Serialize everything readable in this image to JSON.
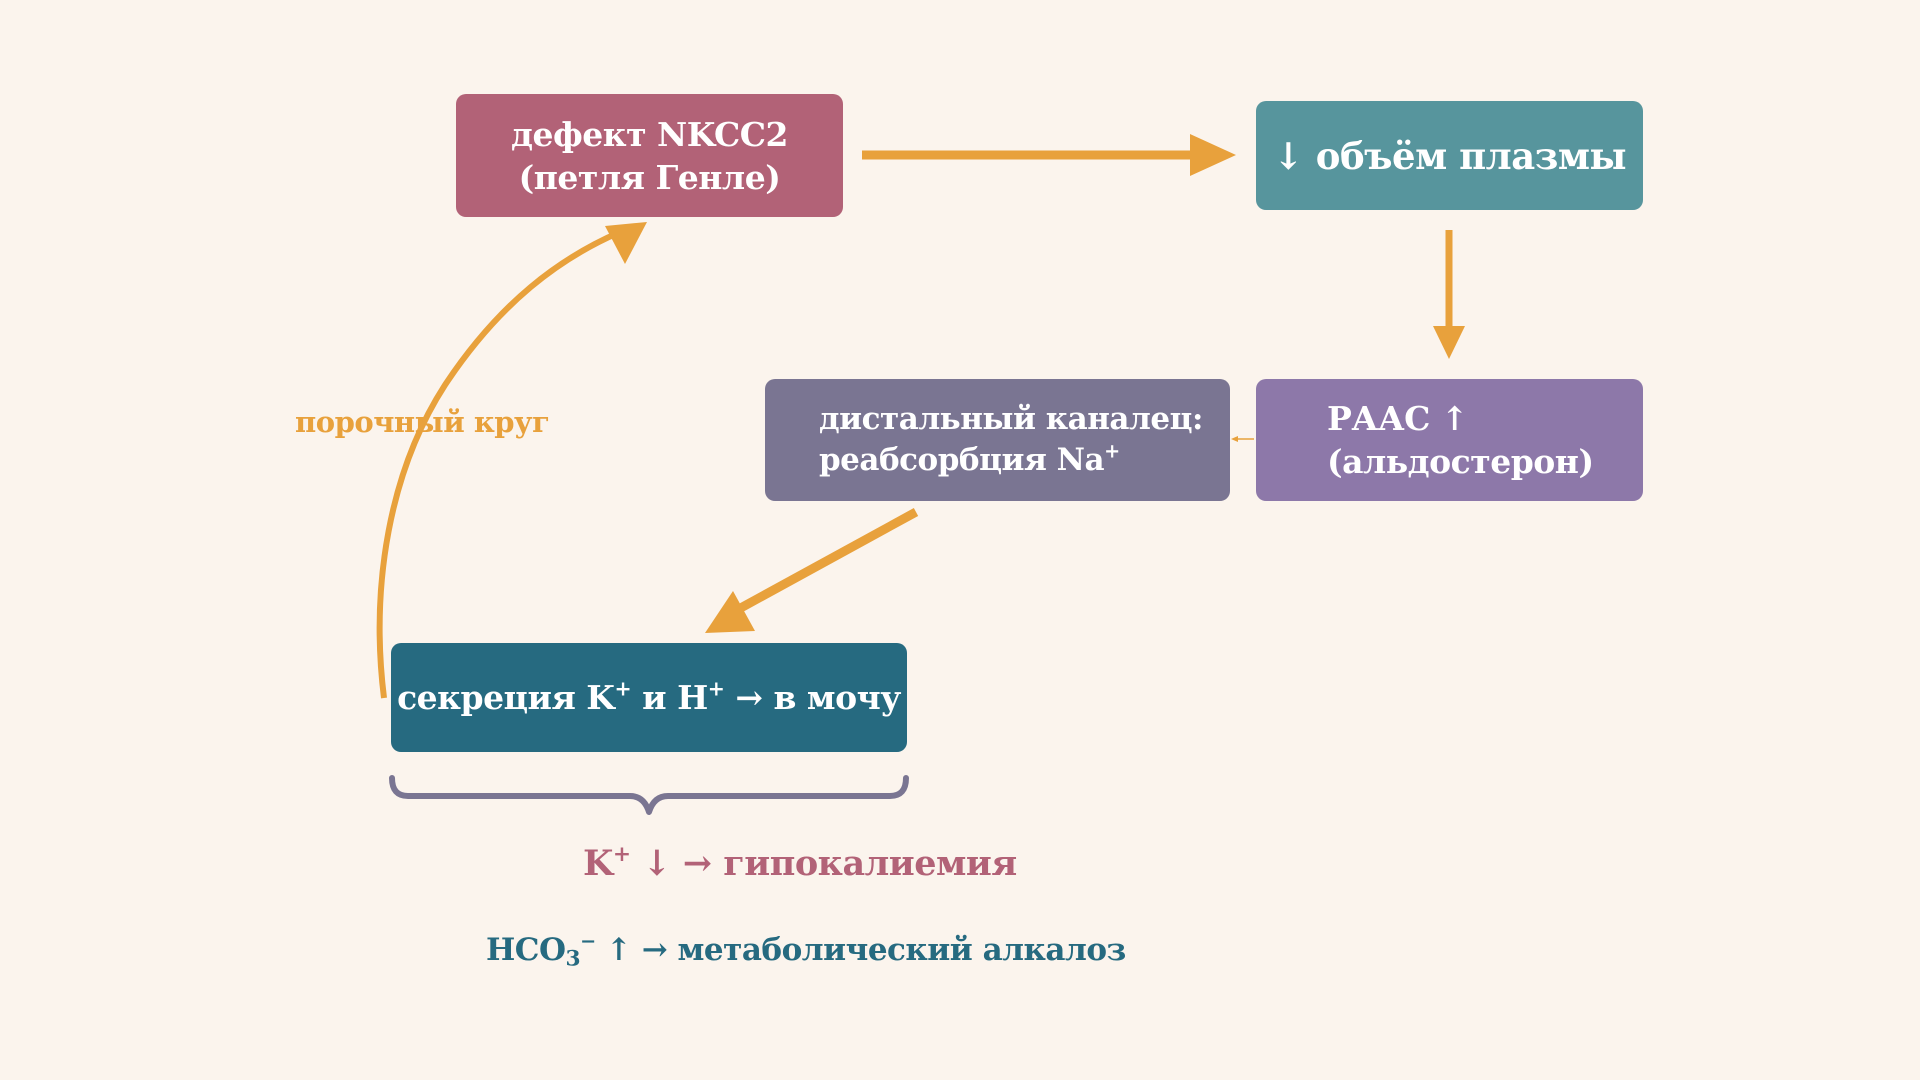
{
  "colors": {
    "background": "#fbf4ed",
    "arrow": "#e8a13c",
    "nkcc2_box": "#b26277",
    "plasma_box": "#57959d",
    "raas_box": "#8d78a9",
    "distal_box": "#7a7592",
    "secretion_box": "#266a80",
    "brace": "#7a7592"
  },
  "nodes": {
    "nkcc2": {
      "line1": "дефект NKCC2",
      "line2": "(петля Генле)"
    },
    "plasma": {
      "text": "↓ объём плазмы"
    },
    "raas": {
      "line1": "РААС ↑",
      "line2": "(альдостерон)"
    },
    "distal": {
      "line1": "дистальный каналец:",
      "line2_text": "реабсорбция Na",
      "line2_sup": "+"
    },
    "secretion": {
      "text_a": "секреция K",
      "sup_a": "+",
      "text_b": " и H",
      "sup_b": "+",
      "text_c": " → в мочу"
    }
  },
  "cycle_label": "порочный круг",
  "outcomes": {
    "hypokalemia": {
      "ion": "K",
      "ion_sup": "+",
      "text": " ↓ → гипокалиемия"
    },
    "alkalosis": {
      "ion": "HCO",
      "ion_sub": "3",
      "ion_sup": "−",
      "text": " ↑ → метаболический алкалоз"
    }
  }
}
